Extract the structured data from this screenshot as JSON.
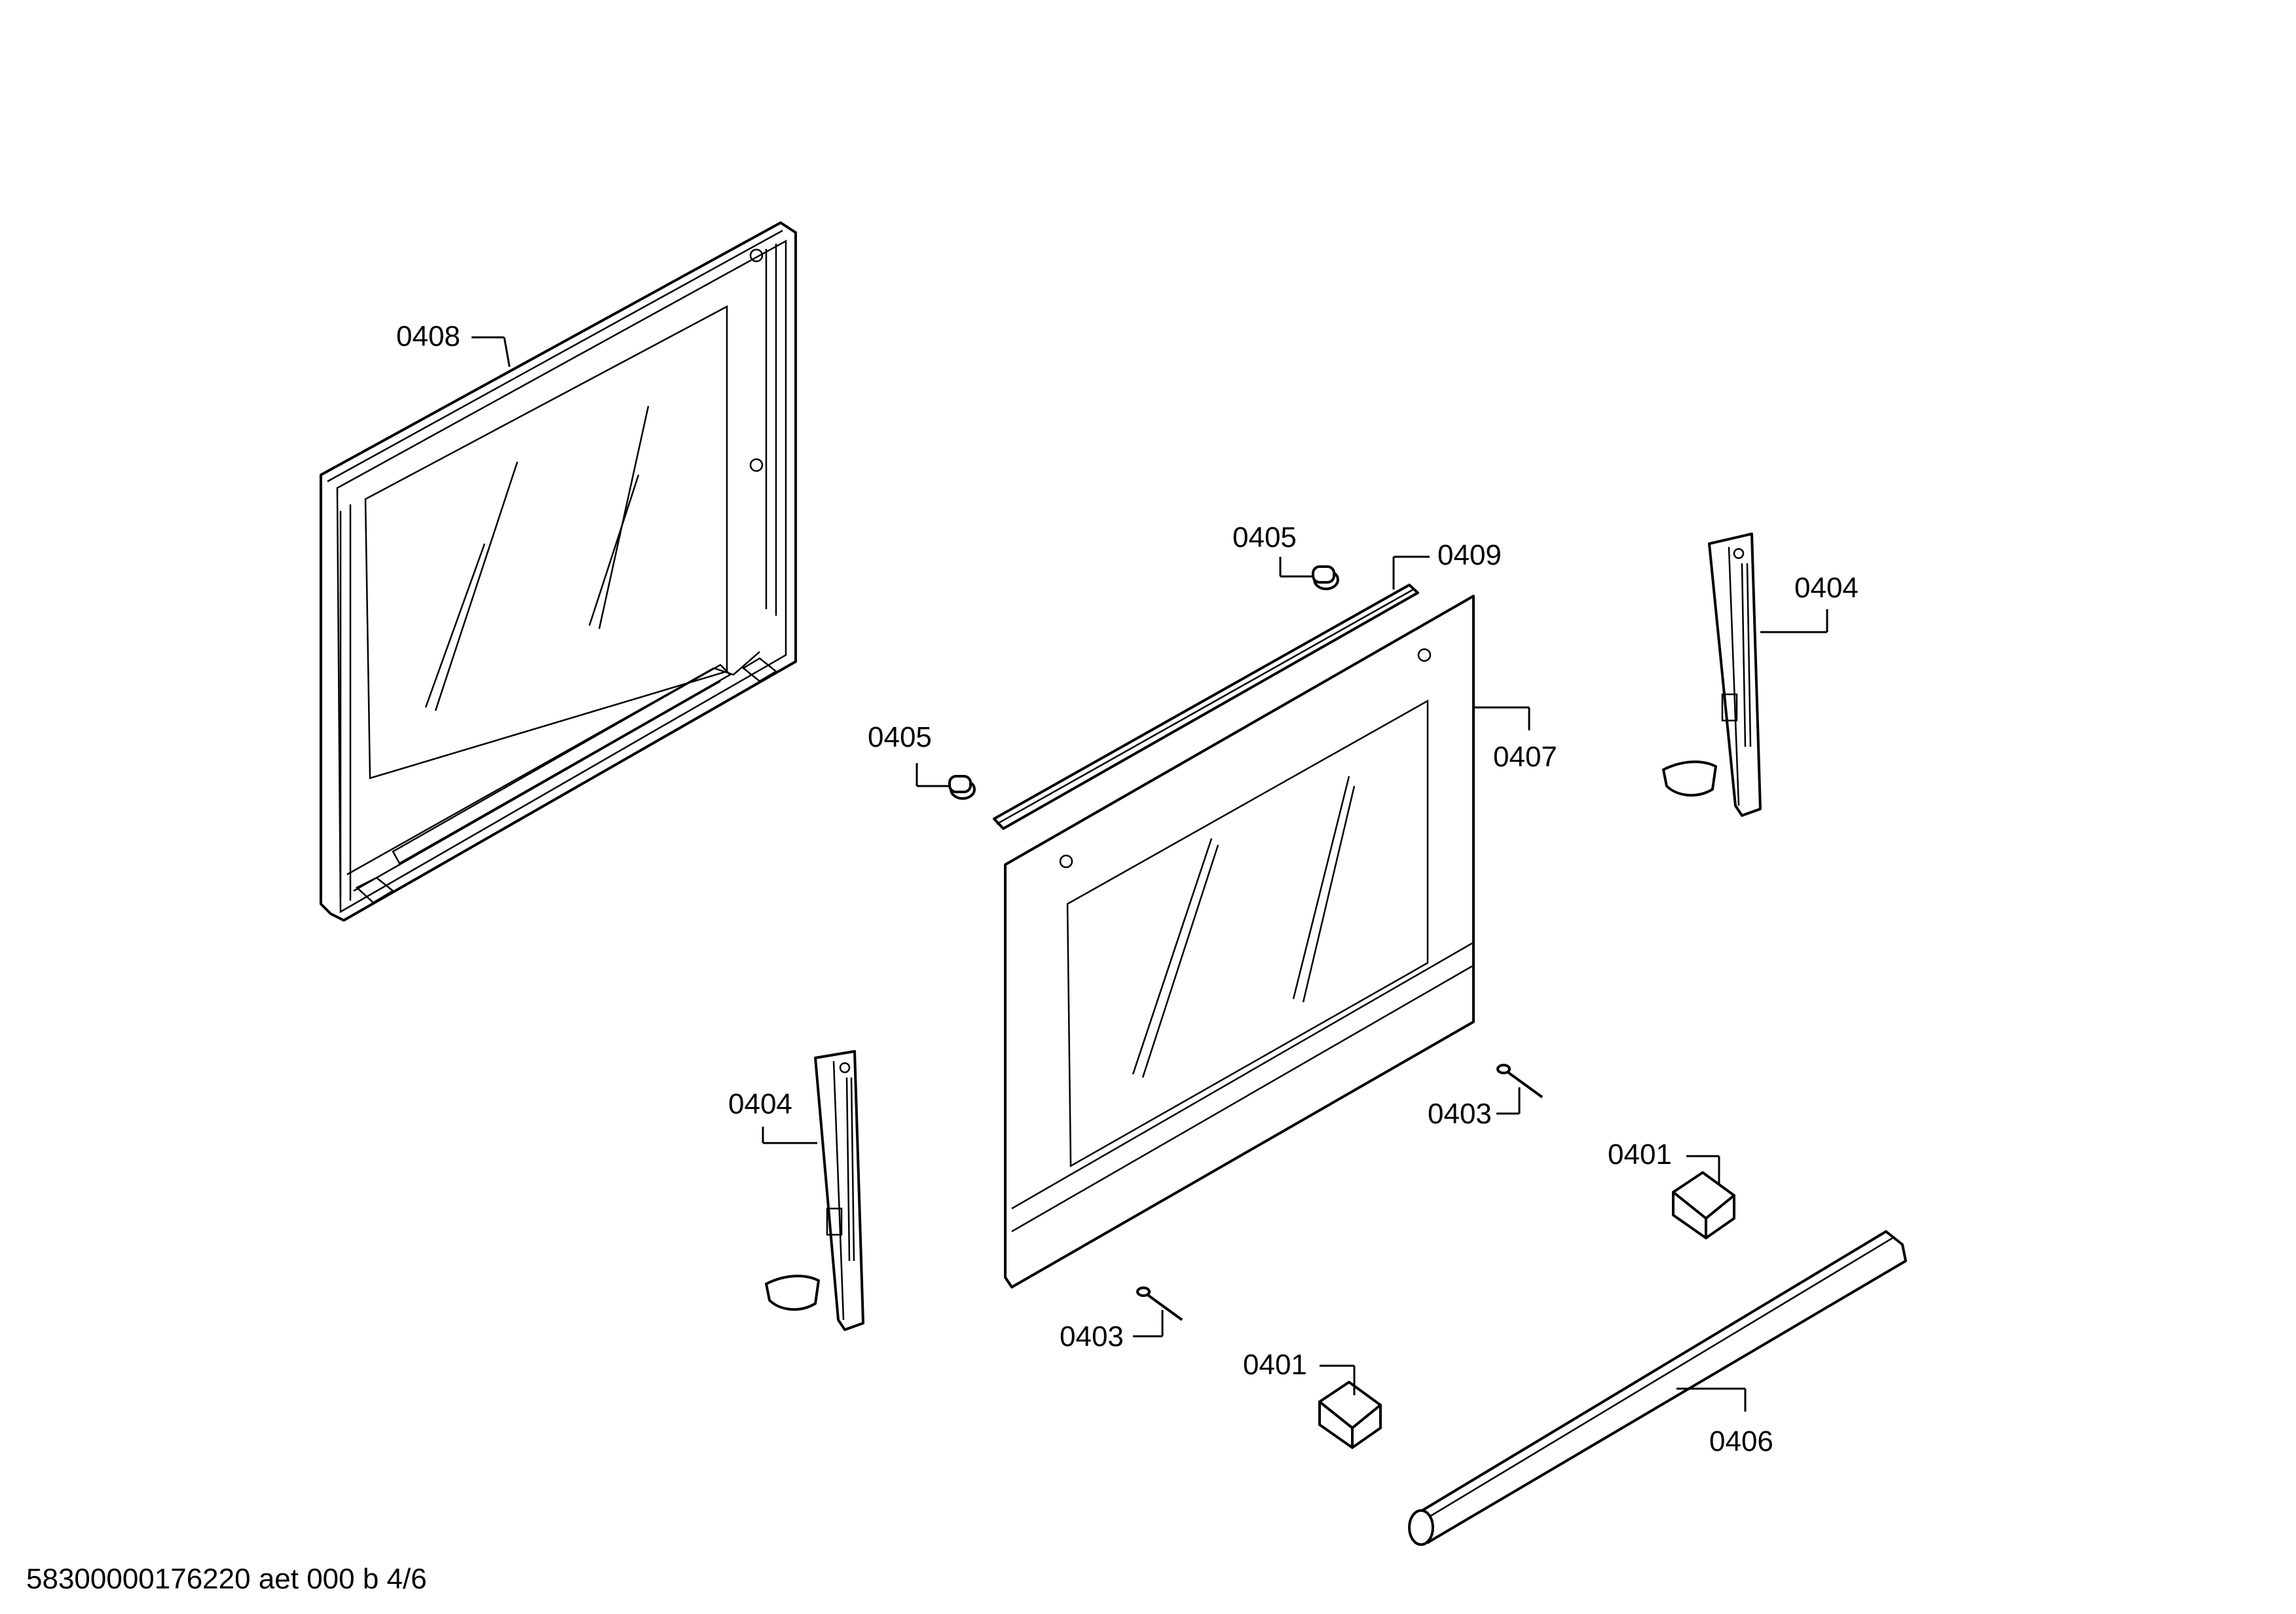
{
  "labels": {
    "door_frame_inner": "0408",
    "cap_top": "0405",
    "cap_left": "0405",
    "strip": "0409",
    "hinge_right": "0404",
    "door_outer": "0407",
    "hinge_left": "0404",
    "screw_right": "0403",
    "screw_bottom": "0403",
    "clip_right": "0401",
    "clip_bottom": "0401",
    "handle": "0406"
  },
  "footer": {
    "reference": "58300000176220 aet 000 b 4/6"
  }
}
